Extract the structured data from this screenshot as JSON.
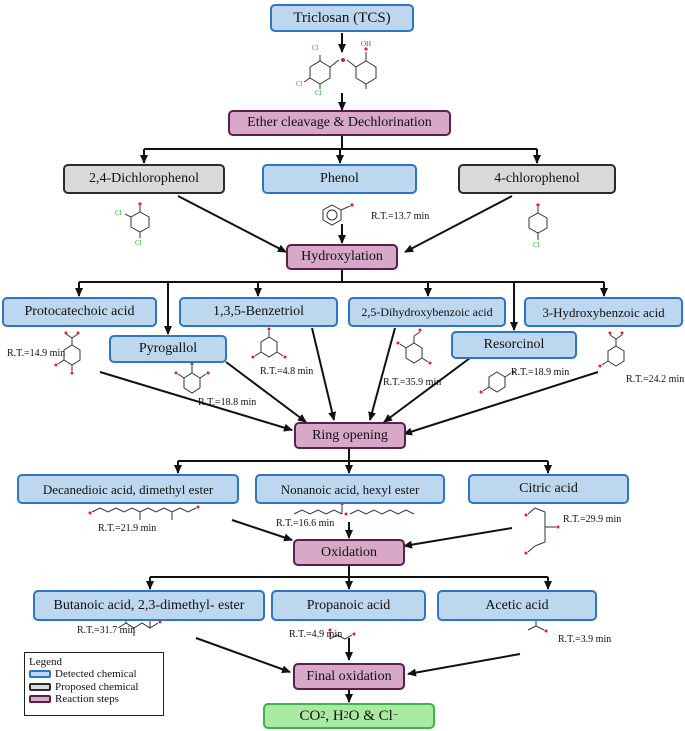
{
  "nodes": {
    "triclosan": "Triclosan (TCS)",
    "ether": "Ether cleavage & Dechlorination",
    "dcp": "2,4-Dichlorophenol",
    "phenol": "Phenol",
    "cp": "4-chlorophenol",
    "hydroxylation": "Hydroxylation",
    "protocatechuic": "Protocatechoic acid",
    "benzetriol": "1,3,5-Benzetriol",
    "dihydroxybenzoic": "2,5-Dihydroxybenzoic acid",
    "hydroxybenzoic": "3-Hydroxybenzoic acid",
    "pyrogallol": "Pyrogallol",
    "resorcinol": "Resorcinol",
    "ring_opening": "Ring opening",
    "decanedioic": "Decanedioic acid, dimethyl ester",
    "nonanoic": "Nonanoic acid, hexyl ester",
    "citric": "Citric acid",
    "oxidation": "Oxidation",
    "butanoic": "Butanoic acid, 2,3-dimethyl- ester",
    "propanoic": "Propanoic acid",
    "acetic": "Acetic acid",
    "final_oxidation": "Final oxidation"
  },
  "final_products": {
    "main": "CO",
    "sub1": "2",
    "sep1": ", H",
    "sub2": "2",
    "sep2": "O & Cl",
    "sup": "−"
  },
  "retention_times": {
    "phenol": "R.T.=13.7 min",
    "protocatechuic": "R.T.=14.9 min",
    "benzetriol": "R.T.=4.8 min",
    "pyrogallol": "R.T.=18.8 min",
    "dihydroxybenzoic": "R.T.=35.9 min",
    "resorcinol": "R.T.=18.9 min",
    "hydroxybenzoic": "R.T.=24.2 min",
    "decanedioic": "R.T.=21.9 min",
    "nonanoic": "R.T.=16.6 min",
    "citric": "R.T.=29.9 min",
    "butanoic": "R.T.=31.7 min",
    "propanoic": "R.T.=4.9 min",
    "acetic": "R.T.=3.9 min"
  },
  "legend": {
    "title": "Legend",
    "detected": "Detected  chemical",
    "proposed": "Proposed chemical",
    "steps": "Reaction steps"
  },
  "atoms": {
    "cl": "Cl",
    "oh": "OH"
  },
  "colors": {
    "detected_fill": "#bdd7ee",
    "detected_border": "#2e75c3",
    "proposed_fill": "#d9d9d9",
    "proposed_border": "#2b2b2b",
    "step_fill": "#d7a8c7",
    "step_border": "#5c1e4a",
    "final_fill": "#a9eaa0",
    "final_border": "#3bb54a",
    "oxygen": "#e02020",
    "chlorine": "#22b522"
  }
}
